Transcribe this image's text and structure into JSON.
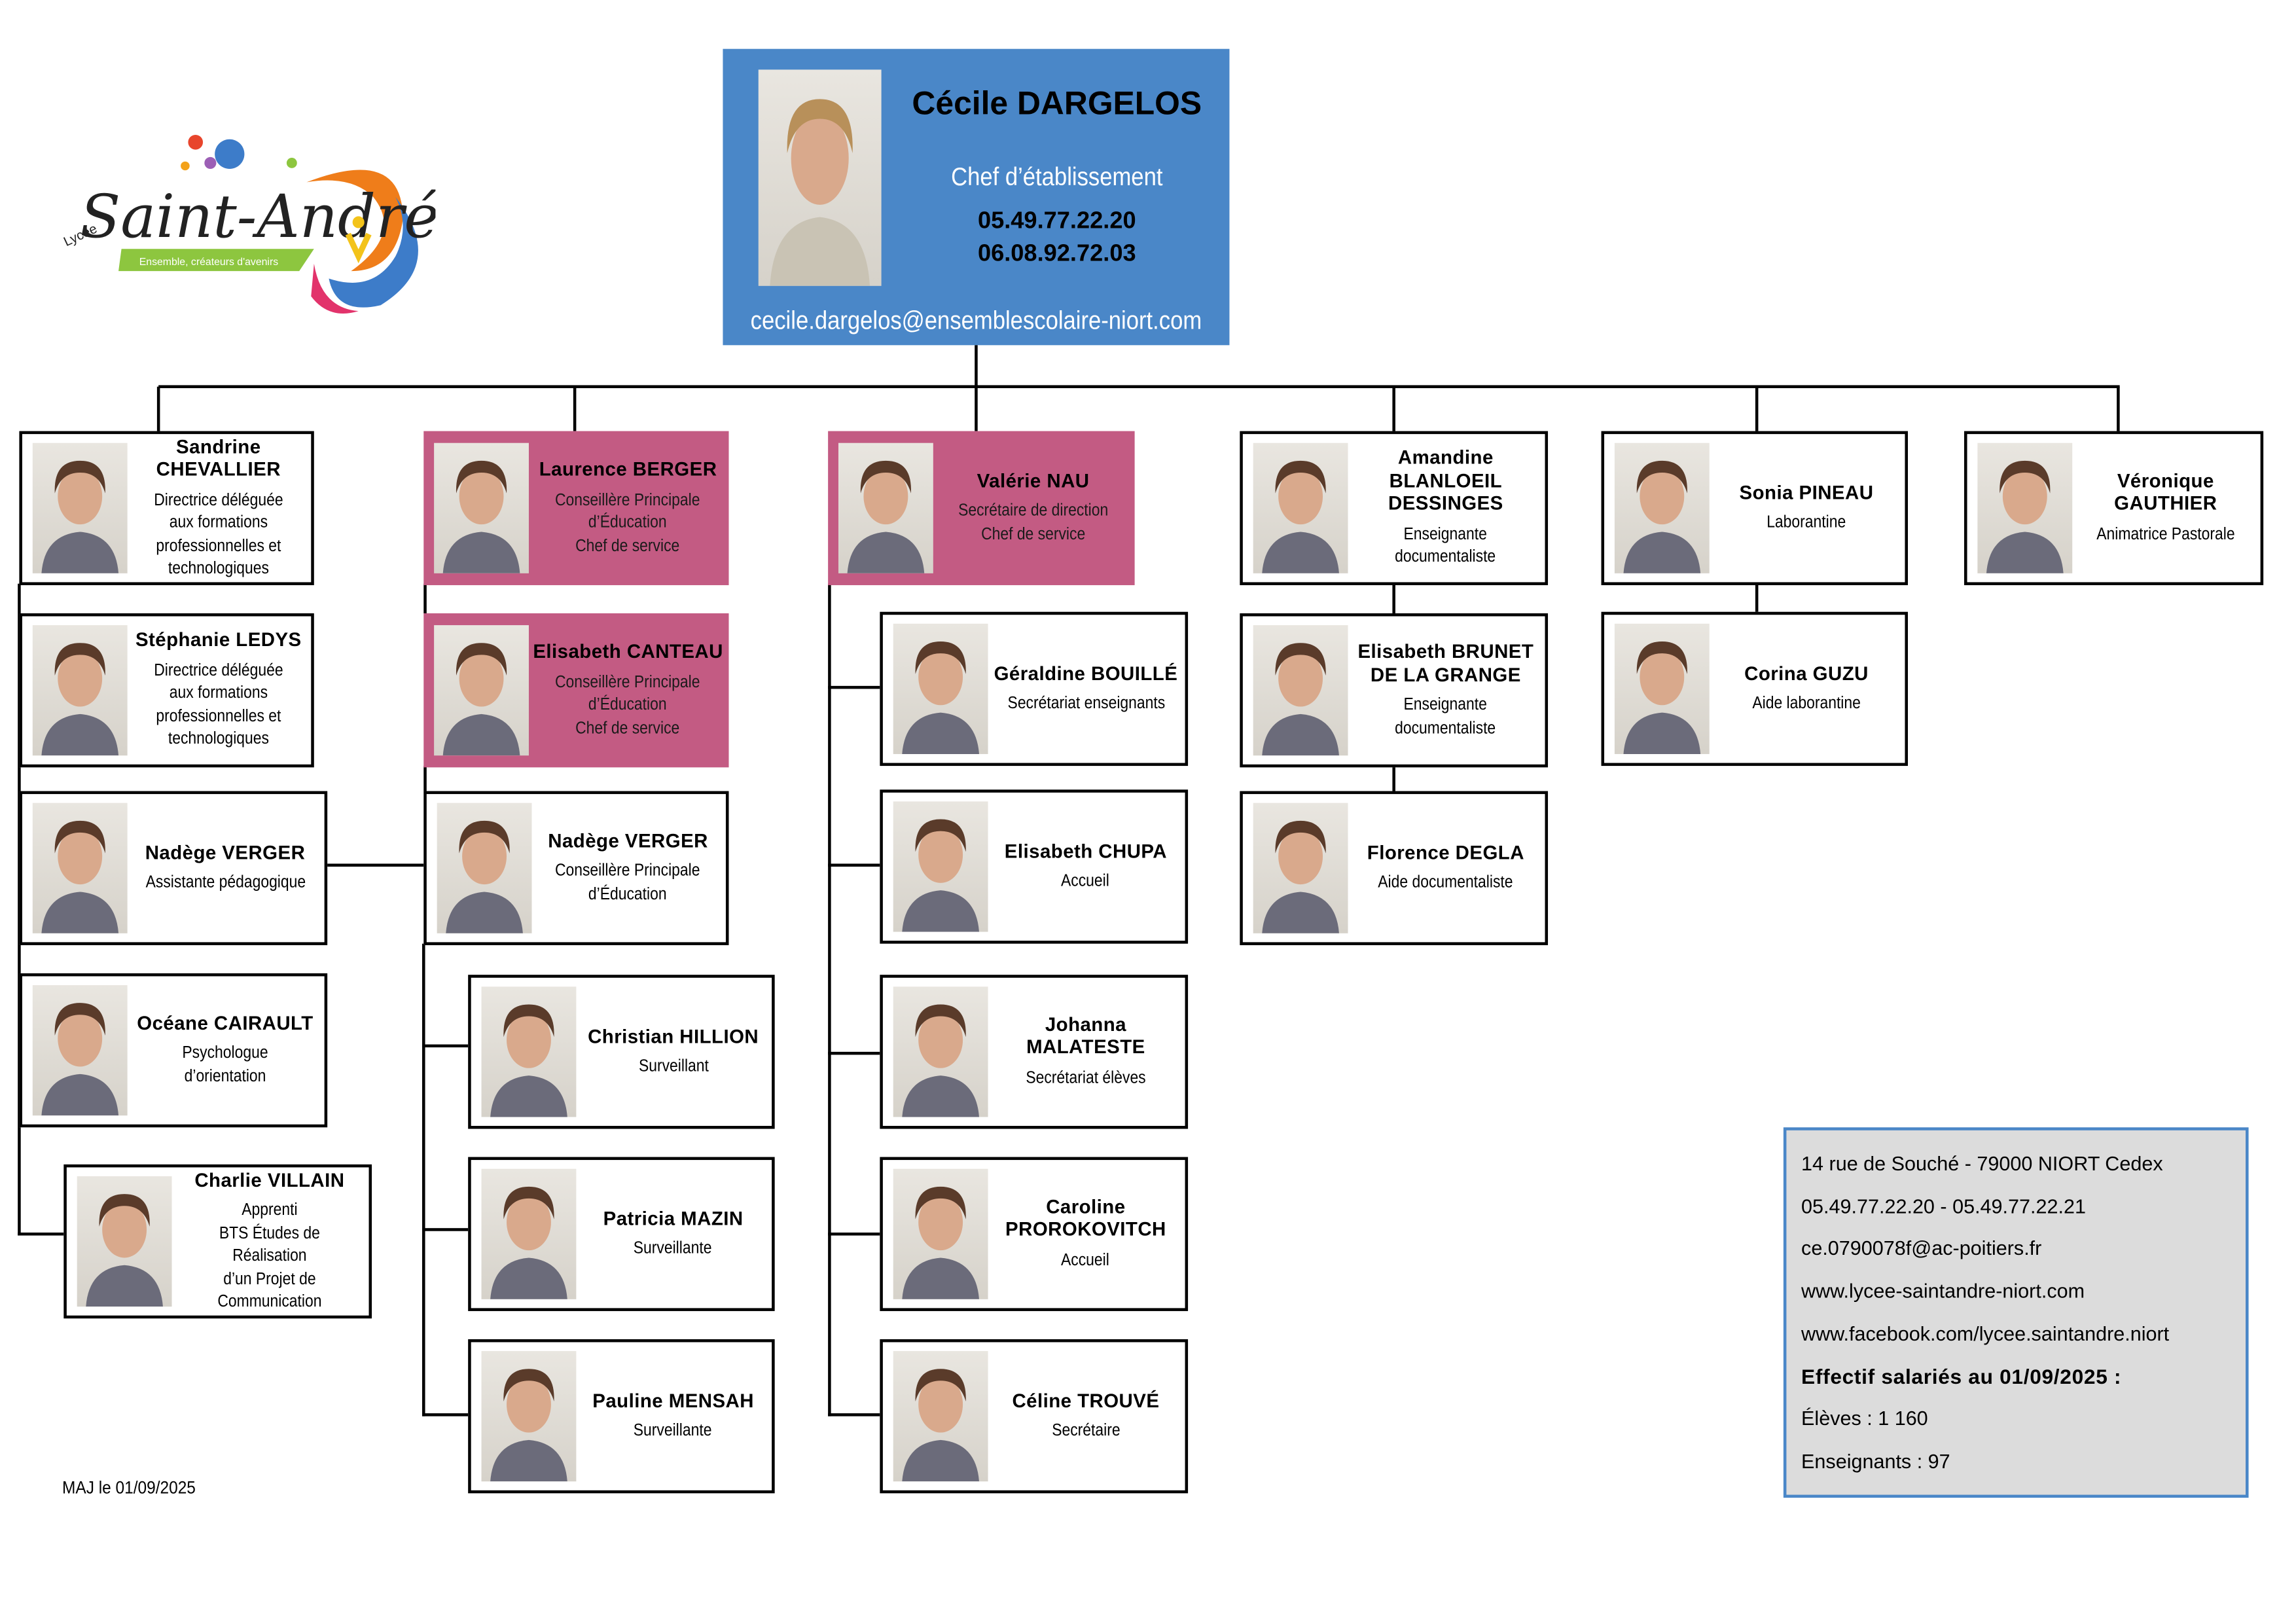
{
  "logo": {
    "prefix": "Lycée",
    "name": "Saint-André",
    "tagline": "Ensemble, créateurs d'avenirs"
  },
  "head": {
    "name": "Cécile DARGELOS",
    "role": "Chef d’établissement",
    "phone1": "05.49.77.22.20",
    "phone2": "06.08.92.72.03",
    "email": "cecile.dargelos@ensemblescolaire-niort.com"
  },
  "staff": {
    "sandrine": {
      "name": [
        "Sandrine",
        "CHEVALLIER"
      ],
      "role": [
        "Directrice déléguée",
        "aux formations",
        "professionnelles et",
        "technologiques"
      ]
    },
    "stephanie": {
      "name": [
        "Stéphanie LEDYS"
      ],
      "role": [
        "Directrice déléguée",
        "aux formations",
        "professionnelles et",
        "technologiques"
      ]
    },
    "nadege1": {
      "name": [
        "Nadège VERGER"
      ],
      "role": [
        "Assistante pédagogique"
      ]
    },
    "oceane": {
      "name": [
        "Océane CAIRAULT"
      ],
      "role": [
        "Psychologue d’orientation"
      ]
    },
    "charlie": {
      "name": [
        "Charlie VILLAIN"
      ],
      "role": [
        "Apprenti",
        "BTS Études de Réalisation",
        "d’un Projet de Communication"
      ]
    },
    "laurence": {
      "name": [
        "Laurence BERGER"
      ],
      "role": [
        "Conseillère Principale",
        "d’Éducation",
        "Chef de service"
      ]
    },
    "canteau": {
      "name": [
        "Elisabeth CANTEAU"
      ],
      "role": [
        "Conseillère Principale",
        "d’Éducation",
        "Chef de service"
      ]
    },
    "nadege2": {
      "name": [
        "Nadège VERGER"
      ],
      "role": [
        "Conseillère Principale",
        "d’Éducation"
      ]
    },
    "christian": {
      "name": [
        "Christian HILLION"
      ],
      "role": [
        "Surveillant"
      ]
    },
    "patricia": {
      "name": [
        "Patricia MAZIN"
      ],
      "role": [
        "Surveillante"
      ]
    },
    "pauline": {
      "name": [
        "Pauline MENSAH"
      ],
      "role": [
        "Surveillante"
      ]
    },
    "valerie": {
      "name": [
        "Valérie NAU"
      ],
      "role": [
        "Secrétaire de direction",
        "Chef de service"
      ]
    },
    "geraldine": {
      "name": [
        "Géraldine BOUILLÉ"
      ],
      "role": [
        "Secrétariat enseignants"
      ]
    },
    "chupa": {
      "name": [
        "Elisabeth CHUPA"
      ],
      "role": [
        "Accueil"
      ]
    },
    "johanna": {
      "name": [
        "Johanna",
        "MALATESTE"
      ],
      "role": [
        "Secrétariat élèves"
      ]
    },
    "caroline": {
      "name": [
        "Caroline",
        "PROROKOVITCH"
      ],
      "role": [
        "Accueil"
      ]
    },
    "celine": {
      "name": [
        "Céline TROUVÉ"
      ],
      "role": [
        "Secrétaire"
      ]
    },
    "amandine": {
      "name": [
        "Amandine",
        "BLANLOEIL",
        "DESSINGES"
      ],
      "role": [
        "Enseignante",
        "documentaliste"
      ]
    },
    "brunet": {
      "name": [
        "Elisabeth BRUNET",
        "DE LA GRANGE"
      ],
      "role": [
        "Enseignante",
        "documentaliste"
      ]
    },
    "florence": {
      "name": [
        "Florence DEGLA"
      ],
      "role": [
        "Aide documentaliste"
      ]
    },
    "sonia": {
      "name": [
        "Sonia PINEAU"
      ],
      "role": [
        "Laborantine"
      ]
    },
    "corina": {
      "name": [
        "Corina GUZU"
      ],
      "role": [
        "Aide laborantine"
      ]
    },
    "veronique": {
      "name": [
        "Véronique GAUTHIER"
      ],
      "role": [
        "Animatrice Pastorale"
      ]
    }
  },
  "info": {
    "address": "14 rue de Souché - 79000 NIORT Cedex",
    "phones": "05.49.77.22.20 - 05.49.77.22.21",
    "email": "ce.0790078f@ac-poitiers.fr",
    "website": "www.lycee-saintandre-niort.com",
    "facebook": "www.facebook.com/lycee.saintandre.niort",
    "effectif_title": "Effectif salariés au 01/09/2025 :",
    "eleves": "Élèves : 1 160",
    "enseignants": "Enseignants : 97"
  },
  "footer": {
    "updated": "MAJ le 01/09/2025"
  },
  "colors": {
    "head": "#4a87c8",
    "highlight": "#c35b83",
    "info_bg": "#dcdcdc"
  }
}
